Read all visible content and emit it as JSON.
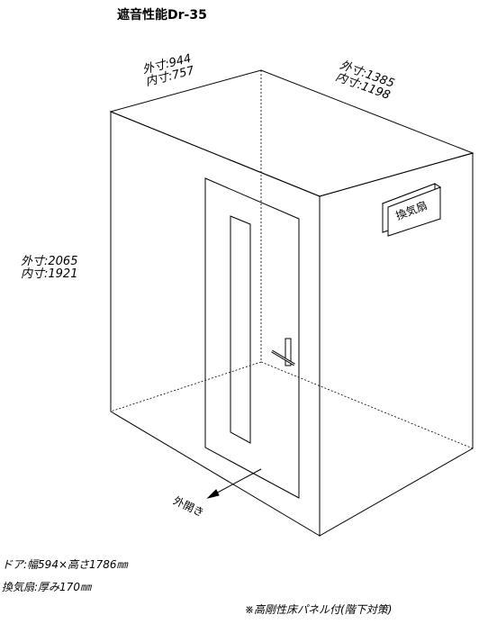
{
  "title": "遮音性能Dr-35",
  "dimensions": {
    "width": {
      "outer": "外寸:944",
      "inner": "内寸:757"
    },
    "depth": {
      "outer": "外寸:1385",
      "inner": "内寸:1198"
    },
    "height": {
      "outer": "外寸:2065",
      "inner": "内寸:1921"
    }
  },
  "fan_label": "換気扇",
  "door_opening_label": "外開き",
  "notes": {
    "door": "ドア:幅594×高さ1786㎜",
    "fan": "換気扇:厚み170㎜",
    "floor": "※高剛性床パネル付(階下対策)"
  }
}
